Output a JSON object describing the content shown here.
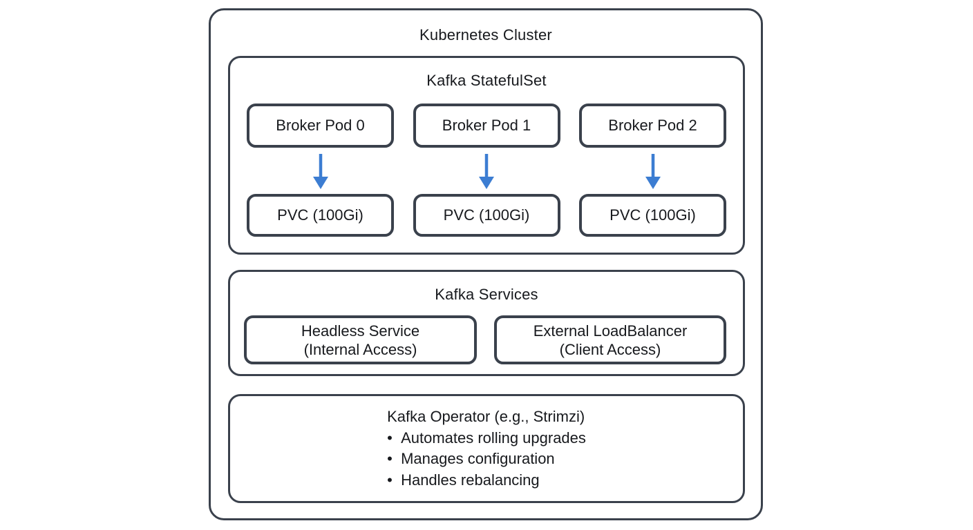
{
  "colors": {
    "background": "#ffffff",
    "box_border": "#3a414c",
    "text": "#17191d",
    "arrow": "#3c7dd2"
  },
  "cluster": {
    "title": "Kubernetes Cluster"
  },
  "statefulset": {
    "title": "Kafka StatefulSet",
    "brokers": [
      {
        "label": "Broker Pod 0"
      },
      {
        "label": "Broker Pod 1"
      },
      {
        "label": "Broker Pod 2"
      }
    ],
    "pvcs": [
      {
        "label": "PVC (100Gi)"
      },
      {
        "label": "PVC (100Gi)"
      },
      {
        "label": "PVC (100Gi)"
      }
    ]
  },
  "services": {
    "title": "Kafka Services",
    "items": [
      {
        "line1": "Headless Service",
        "line2": "(Internal Access)"
      },
      {
        "line1": "External LoadBalancer",
        "line2": "(Client Access)"
      }
    ]
  },
  "operator": {
    "title": "Kafka Operator (e.g., Strimzi)",
    "bullet_marker": "•",
    "bullets": [
      {
        "text": "Automates rolling upgrades"
      },
      {
        "text": "Manages configuration"
      },
      {
        "text": "Handles rebalancing"
      }
    ]
  }
}
